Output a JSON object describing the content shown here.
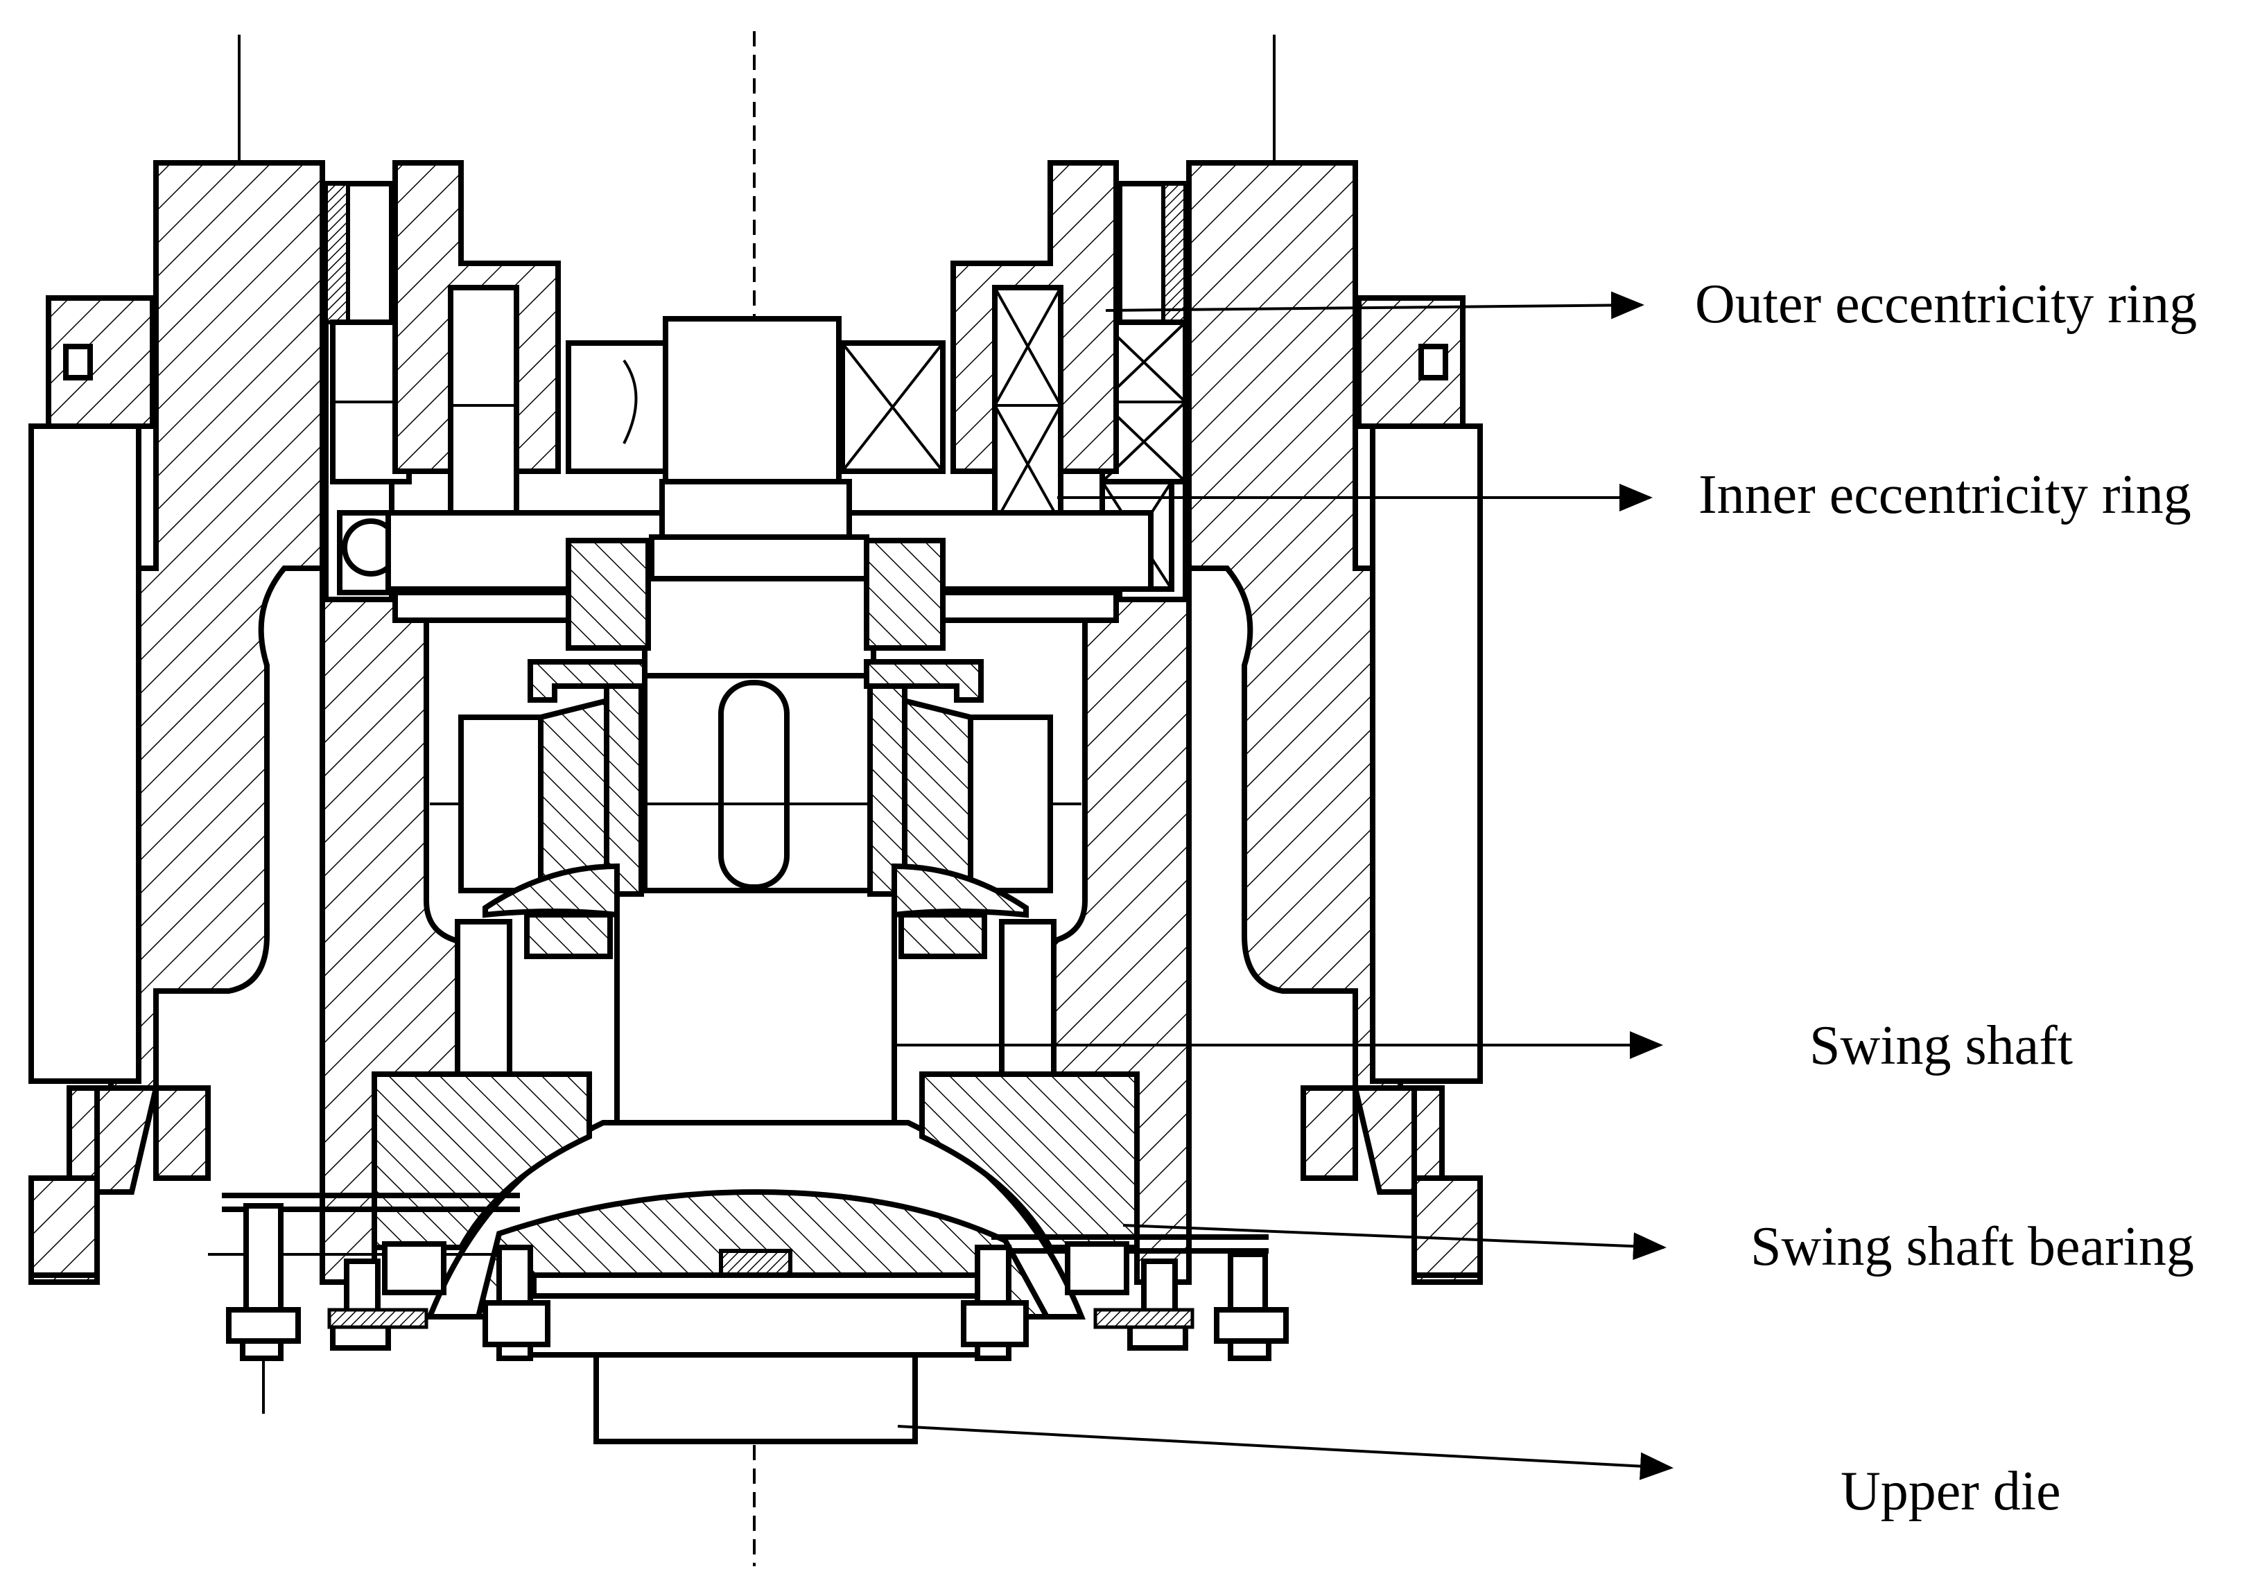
{
  "figure": {
    "callouts": [
      {
        "id": "outer-eccentricity-ring",
        "label": "Outer eccentricity ring"
      },
      {
        "id": "inner-eccentricity-ring",
        "label": "Inner eccentricity ring"
      },
      {
        "id": "swing-shaft",
        "label": "Swing shaft"
      },
      {
        "id": "swing-shaft-bearing",
        "label": "Swing shaft bearing"
      },
      {
        "id": "upper-die",
        "label": "Upper die"
      }
    ]
  }
}
